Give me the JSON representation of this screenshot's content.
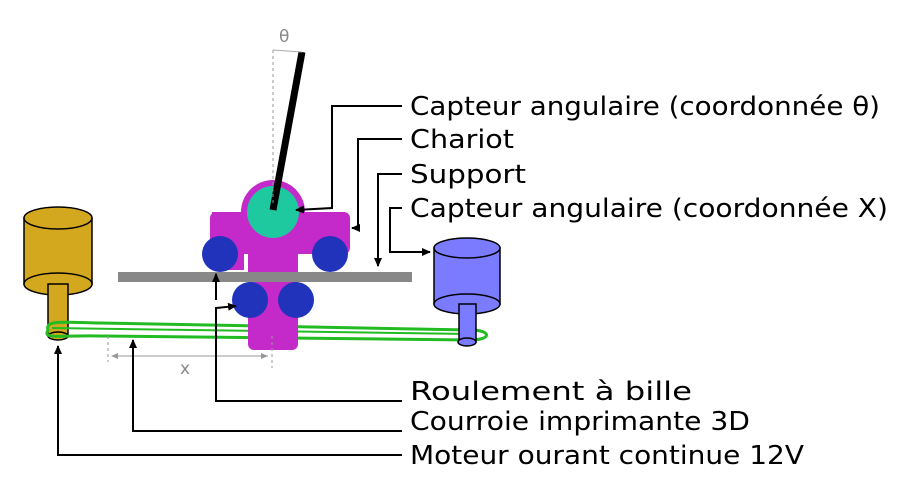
{
  "labels": {
    "angle_sensor_theta": "Capteur angulaire (coordonnée θ)",
    "carriage": "Chariot",
    "support": "Support",
    "angle_sensor_x": "Capteur angulaire  (coordonnée X)",
    "ball_bearing": "Roulement à bille",
    "belt": "Courroie imprimante 3D",
    "motor": "Moteur ourant continue 12V"
  },
  "symbols": {
    "theta": "θ",
    "x": "x"
  },
  "colors": {
    "carriage": "#c429c9",
    "pivot": "#1fc9a0",
    "bearing": "#2233bb",
    "support": "#888888",
    "belt": "#22bb22",
    "motor": "#d4a81e",
    "sensor_x": "#7b7bff"
  }
}
